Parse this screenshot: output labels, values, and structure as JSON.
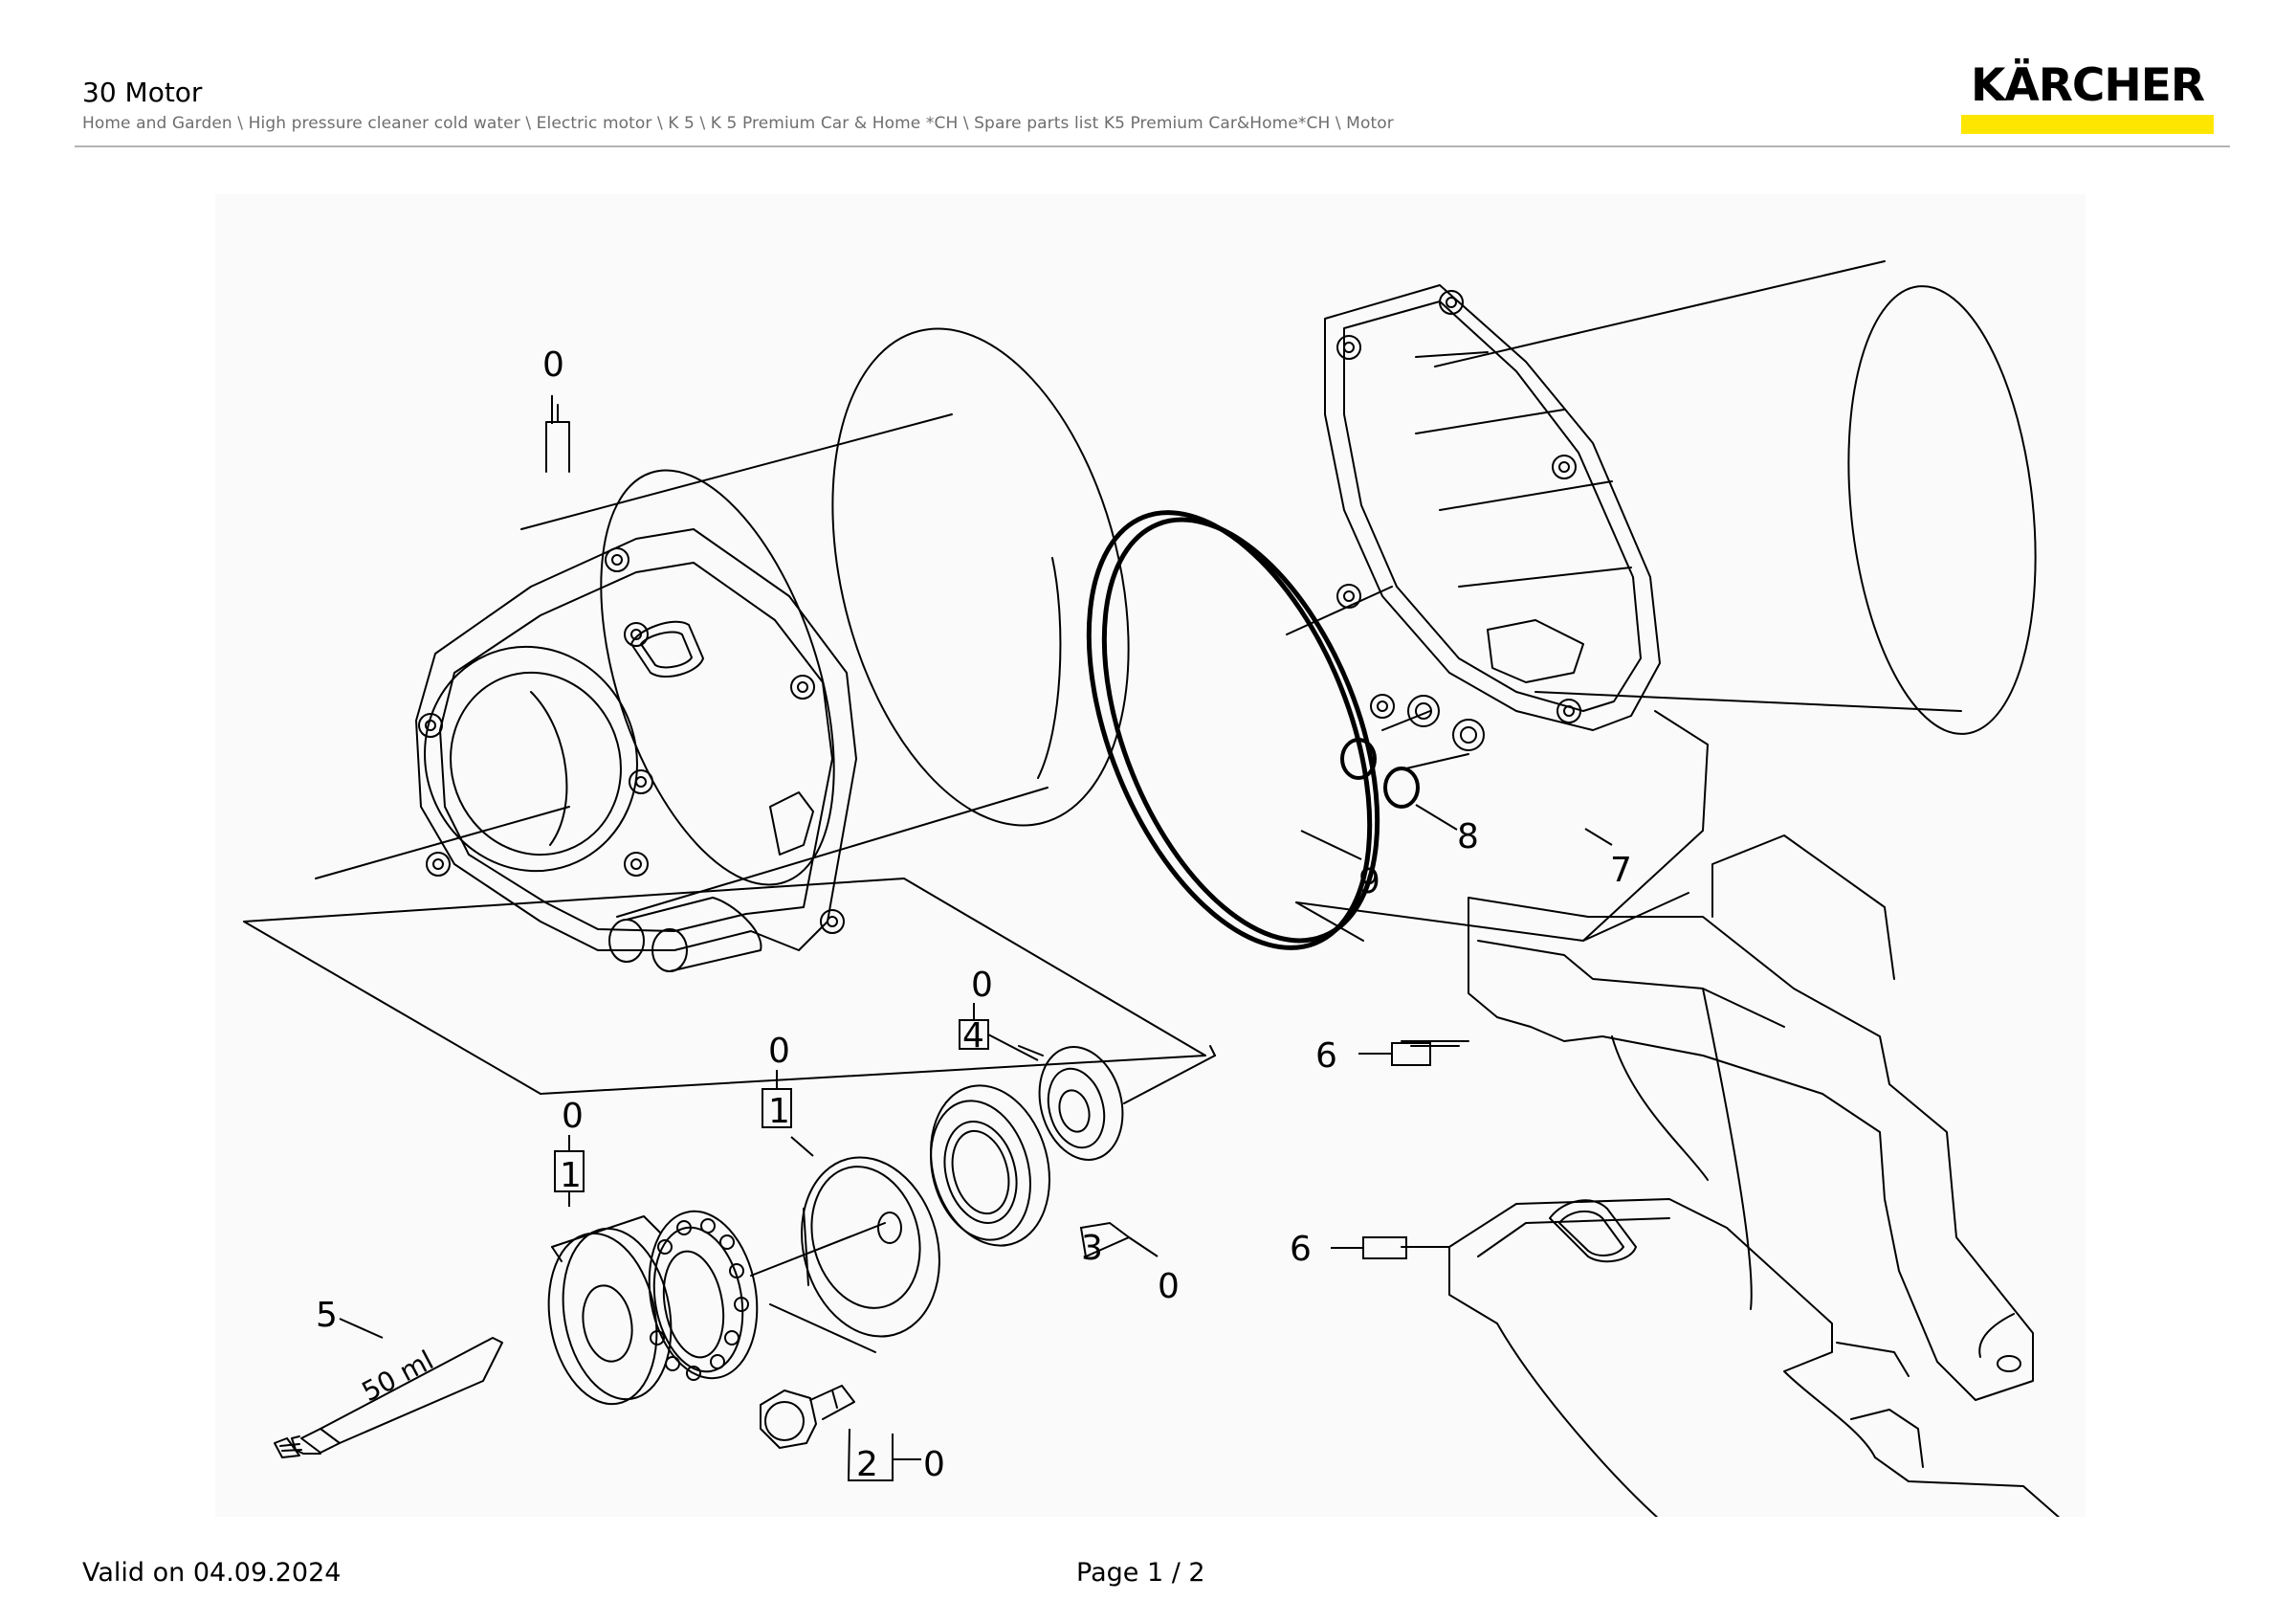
{
  "header": {
    "title": "30 Motor",
    "breadcrumb": "Home and Garden \\ High pressure cleaner cold water \\ Electric motor \\ K 5 \\ K 5 Premium Car & Home *CH \\ Spare parts list K5 Premium Car&Home*CH \\ Motor",
    "logo_text": "KÄRCHER",
    "brand_colors": {
      "logo_bar": "#ffe600",
      "text": "#000000"
    }
  },
  "diagram": {
    "callouts": {
      "motor_top_index": "0",
      "seal_9": "9",
      "oring_8": "8",
      "assembly_7": "7",
      "cover_6_upper": "6",
      "cover_6_lower": "6",
      "bearing_4": "4",
      "bearing_4_index": "0",
      "bearing_3": "3",
      "bearing_3_index": "0",
      "flange_1_right": "1",
      "flange_1_right_index": "0",
      "flange_1_left": "1",
      "flange_1_left_index": "0",
      "screw_2": "2",
      "screw_2_index": "0",
      "grease_5": "5",
      "tube_label": "50 ml"
    }
  },
  "footer": {
    "valid": "Valid on 04.09.2024",
    "page": "Page 1 / 2"
  }
}
